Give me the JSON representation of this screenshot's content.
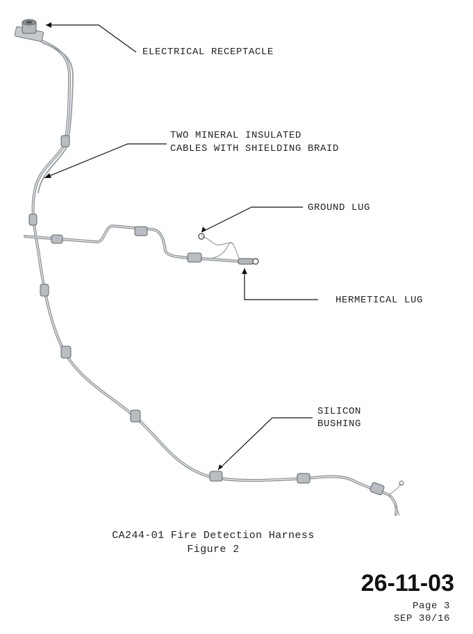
{
  "callouts": {
    "electrical_receptacle": "ELECTRICAL RECEPTACLE",
    "cables_line1": "TWO MINERAL INSULATED",
    "cables_line2": "CABLES WITH SHIELDING BRAID",
    "ground_lug": "GROUND LUG",
    "hermetical_lug": "HERMETICAL LUG",
    "silicon_line1": "SILICON",
    "silicon_line2": "BUSHING"
  },
  "caption": {
    "title": "CA244-01 Fire Detection Harness",
    "figure": "Figure 2"
  },
  "footer": {
    "doc_number": "26-11-03",
    "page": "Page 3",
    "date": "SEP 30/16"
  }
}
